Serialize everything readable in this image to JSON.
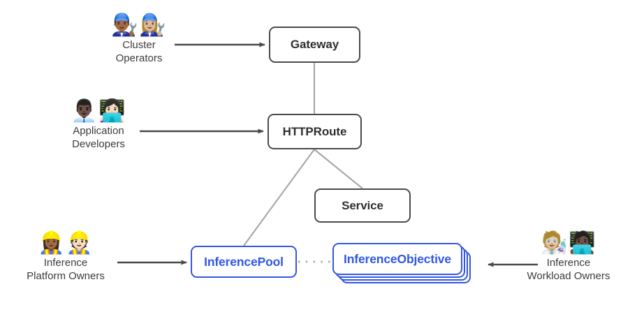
{
  "diagram": {
    "title": "Gateway API Inference Extension resource model",
    "type": "architecture-diagram",
    "colors": {
      "resource_blue": "#3256e3",
      "resource_gray": "#4a4a4a",
      "arrow_gray": "#4a4a4a",
      "link_gray": "#a6a6a6",
      "text_gray": "#3c3c3c",
      "background": "#ffffff"
    },
    "nodes": [
      {
        "id": "gateway",
        "label": "Gateway",
        "style": "gray"
      },
      {
        "id": "httproute",
        "label": "HTTPRoute",
        "style": "gray"
      },
      {
        "id": "service",
        "label": "Service",
        "style": "gray"
      },
      {
        "id": "inferencepool",
        "label": "InferencePool",
        "style": "blue"
      },
      {
        "id": "inferenceobjective",
        "label": "InferenceObjective",
        "style": "blue",
        "stacked": true,
        "stack_count": 4
      }
    ],
    "actors": [
      {
        "id": "cluster-operators",
        "emoji": "👨🏾‍🔧👩🏼‍🔧",
        "emoji_name": "mechanic-pair-icon",
        "line1": "Cluster",
        "line2": "Operators",
        "target": "gateway"
      },
      {
        "id": "application-developers",
        "emoji": "👨🏿‍💼👩🏻‍💻",
        "emoji_name": "developer-pair-icon",
        "line1": "Application",
        "line2": "Developers",
        "target": "httproute"
      },
      {
        "id": "inference-platform-owners",
        "emoji": "👷🏾‍♀️👷🏻",
        "emoji_name": "construction-worker-pair-icon",
        "line1": "Inference",
        "line2": "Platform Owners",
        "target": "inferencepool"
      },
      {
        "id": "inference-workload-owners",
        "emoji": "🧑🏼‍🔬🧑🏿‍💻",
        "emoji_name": "scientist-technologist-pair-icon",
        "line1": "Inference",
        "line2": "Workload Owners",
        "target": "inferenceobjective"
      }
    ],
    "edges": [
      {
        "from": "cluster-operators",
        "to": "gateway",
        "kind": "arrow"
      },
      {
        "from": "application-developers",
        "to": "httproute",
        "kind": "arrow"
      },
      {
        "from": "inference-platform-owners",
        "to": "inferencepool",
        "kind": "arrow"
      },
      {
        "from": "inference-workload-owners",
        "to": "inferenceobjective",
        "kind": "arrow"
      },
      {
        "from": "gateway",
        "to": "httproute",
        "kind": "line"
      },
      {
        "from": "httproute",
        "to": "service",
        "kind": "line"
      },
      {
        "from": "httproute",
        "to": "inferencepool",
        "kind": "line"
      },
      {
        "from": "inferencepool",
        "to": "inferenceobjective",
        "kind": "dotted"
      }
    ]
  }
}
